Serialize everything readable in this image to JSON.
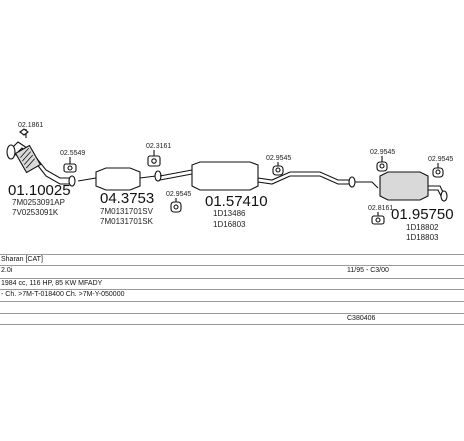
{
  "diagram": {
    "parts": [
      {
        "id": "p1",
        "main": "01.10025",
        "subs": [
          "7M0253091AP",
          "7V0253091K"
        ],
        "tag": "02.1861"
      },
      {
        "id": "p2",
        "main": "",
        "subs": [],
        "tag": "02.5549"
      },
      {
        "id": "p3",
        "main": "04.3753",
        "subs": [
          "7M0131701SV",
          "7M0131701SK"
        ],
        "tag": "02.3161"
      },
      {
        "id": "p4",
        "main": "",
        "subs": [],
        "tag": "02.9545"
      },
      {
        "id": "p5",
        "main": "01.57410",
        "subs": [
          "1D13486",
          "1D16803"
        ],
        "tag": ""
      },
      {
        "id": "p6",
        "main": "",
        "subs": [],
        "tag": "02.9545"
      },
      {
        "id": "p7",
        "main": "01.95750",
        "subs": [
          "1D18802",
          "1D18803"
        ],
        "tag": "02.9545"
      },
      {
        "id": "p8",
        "main": "",
        "subs": [],
        "tag": "02.9545"
      },
      {
        "id": "p9",
        "main": "",
        "subs": [],
        "tag": "02.8161"
      }
    ]
  },
  "info": {
    "rows": [
      {
        "left": "Sharan  [CAT]",
        "right": ""
      },
      {
        "left": "2.0i",
        "right": "11/95 - C3/00"
      },
      {
        "left": "1984 cc, 116 HP, 85 KW MFADY",
        "right": ""
      },
      {
        "left": "- Ch. >7M-T-018400  Ch. >7M-Y-050000",
        "right": ""
      },
      {
        "left": "",
        "right": ""
      },
      {
        "left": "",
        "right": "C380406"
      }
    ]
  }
}
